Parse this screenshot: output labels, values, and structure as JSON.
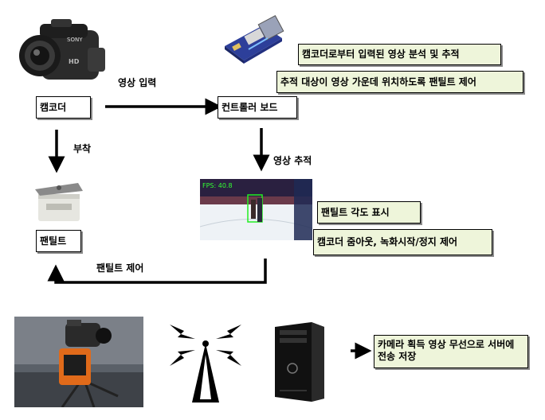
{
  "nodes": {
    "camcorder": "캠코더",
    "controller": "컨트롤러 보드",
    "pantilt": "팬틸트"
  },
  "notes": {
    "analyze": "캠코더로부터 입력된 영상 분석 및 추적",
    "center": "추적 대상이 영상 가운데 위치하도록 팬틸트 제어",
    "angle": "팬틸트 각도 표시",
    "zoom": "캠코더 줌아웃, 녹화시작/정지 제어",
    "wireless": "카메라 획득 영상 무선으로 서버에 전송 저장"
  },
  "edges": {
    "video_input": "영상 입력",
    "attach": "부착",
    "video_track": "영상 추적",
    "pantilt_control": "팬틸트 제어"
  },
  "camcorder_brand": "SONY",
  "camcorder_badge": "HD",
  "tracking_overlay": "FPS: 40.8",
  "icons": [
    "camcorder-icon",
    "controller-board-icon",
    "pantilt-icon",
    "tracking-screen-icon",
    "field-camera-icon",
    "antenna-icon",
    "server-icon"
  ]
}
